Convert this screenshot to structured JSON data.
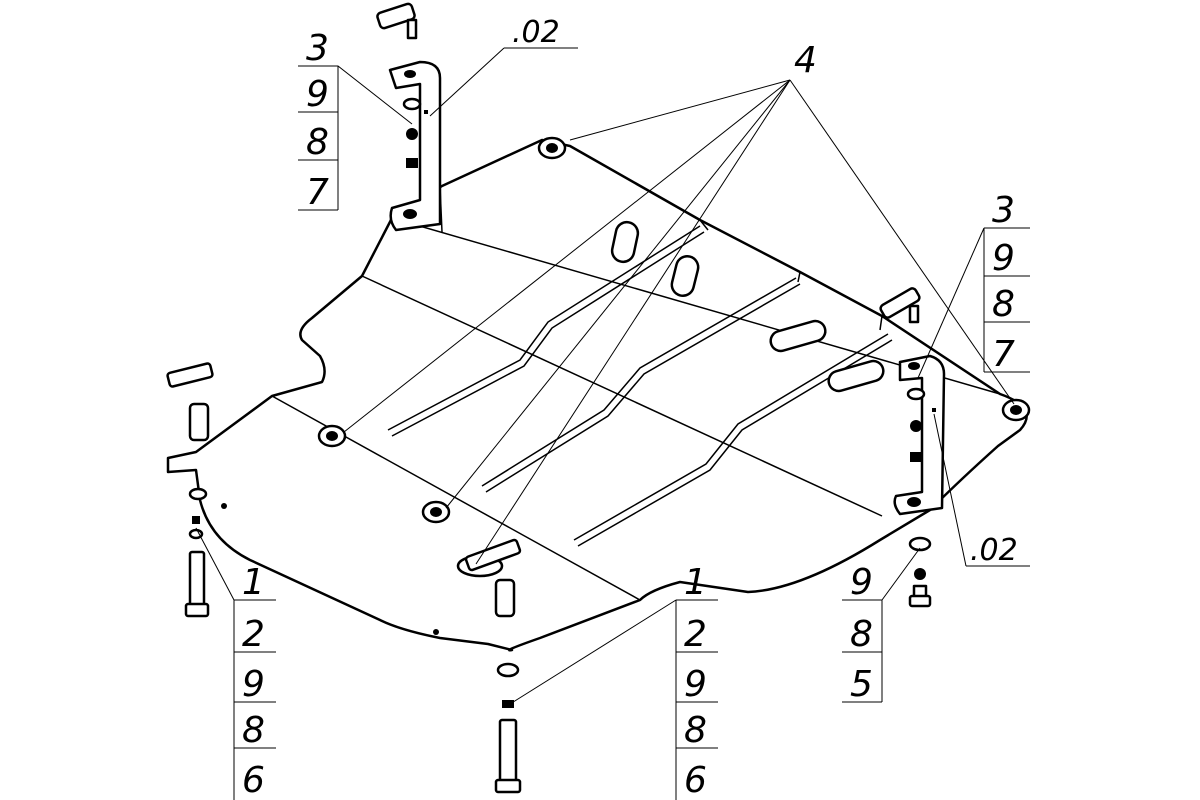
{
  "callouts": {
    "top_left_stack": [
      "3",
      "9",
      "8",
      "7"
    ],
    "top_left_ref": ".02",
    "top_center": "4",
    "right_stack": [
      "3",
      "9",
      "8",
      "7"
    ],
    "right_ref": ".02",
    "bottom_left_stack": [
      "1",
      "2",
      "9",
      "8",
      "6"
    ],
    "bottom_center_stack": [
      "1",
      "2",
      "9",
      "8",
      "6"
    ],
    "bottom_right_stack": [
      "9",
      "8",
      "5"
    ]
  }
}
